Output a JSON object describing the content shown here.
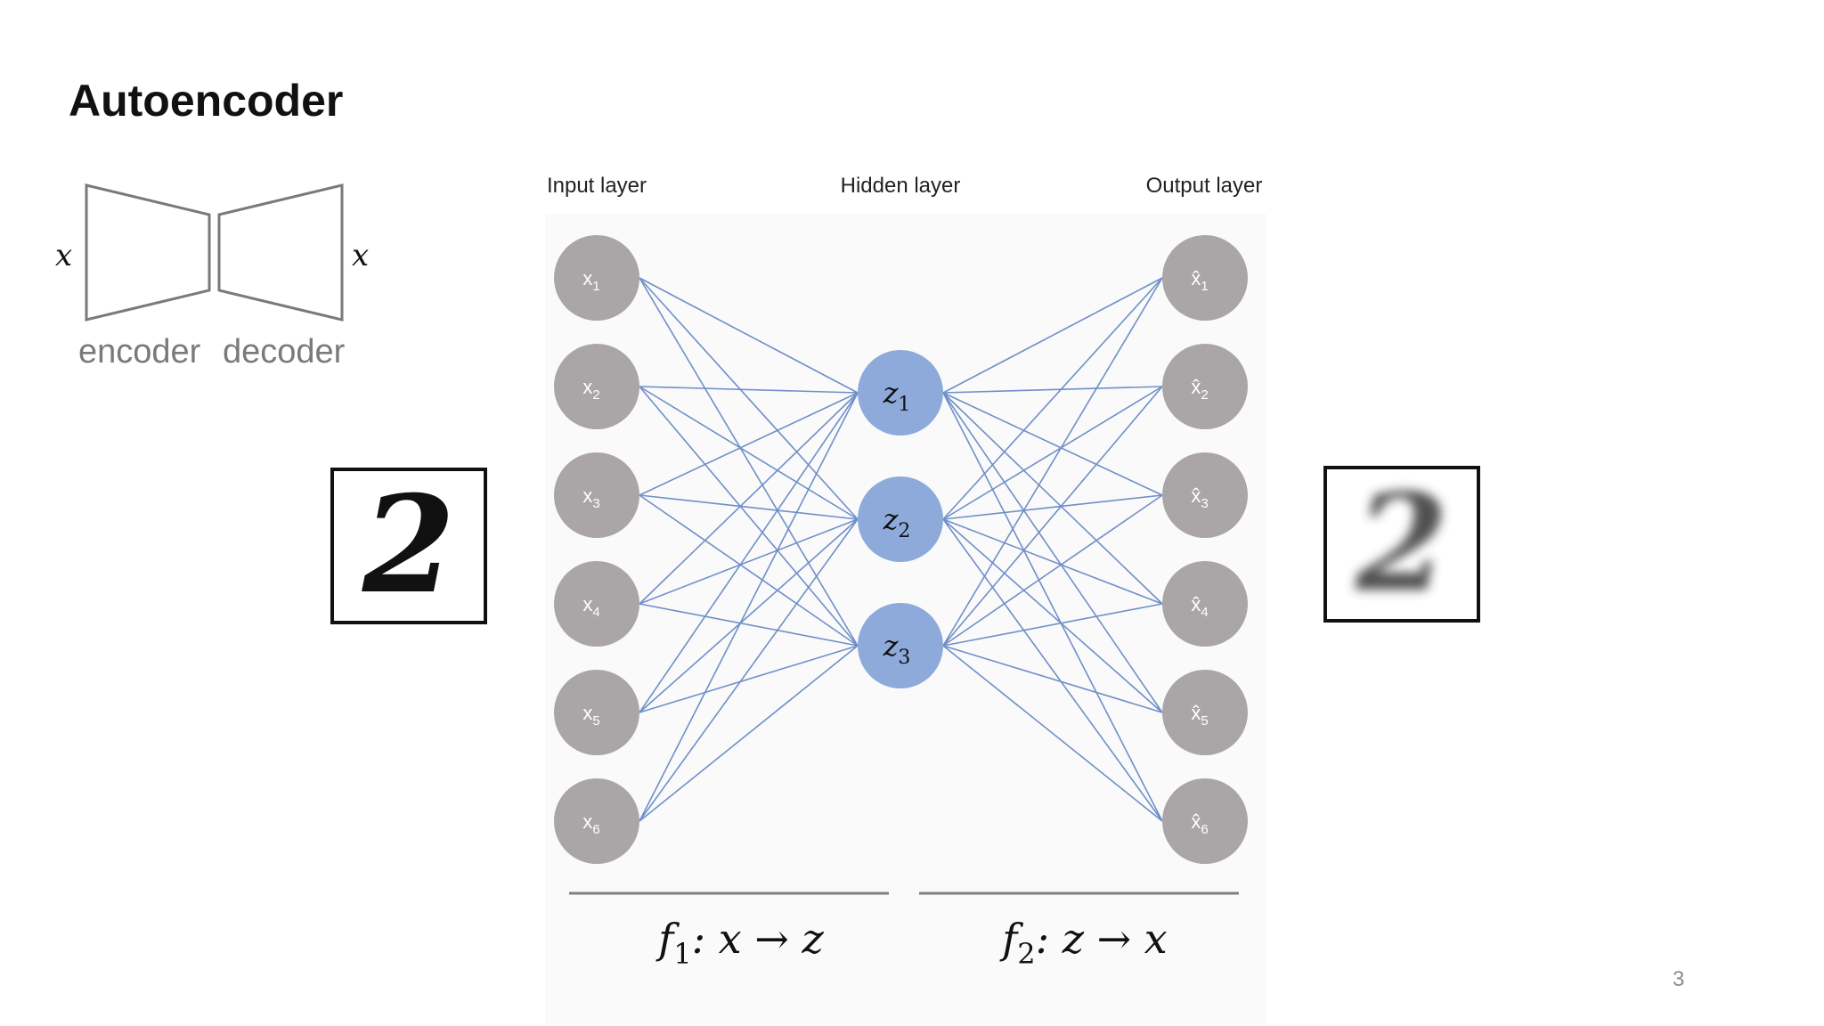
{
  "slide": {
    "title": "Autoencoder",
    "page_number": "3"
  },
  "mini_diagram": {
    "input_symbol": "x",
    "output_symbol": "x",
    "encoder_label": "encoder",
    "decoder_label": "decoder"
  },
  "network": {
    "input_layer_label": "Input layer",
    "hidden_layer_label": "Hidden layer",
    "output_layer_label": "Output layer",
    "input_nodes": [
      {
        "base": "x",
        "sub": "1"
      },
      {
        "base": "x",
        "sub": "2"
      },
      {
        "base": "x",
        "sub": "3"
      },
      {
        "base": "x",
        "sub": "4"
      },
      {
        "base": "x",
        "sub": "5"
      },
      {
        "base": "x",
        "sub": "6"
      }
    ],
    "hidden_nodes": [
      {
        "base": "z",
        "sub": "1"
      },
      {
        "base": "z",
        "sub": "2"
      },
      {
        "base": "z",
        "sub": "3"
      }
    ],
    "output_nodes": [
      {
        "base": "x̂",
        "sub": "1"
      },
      {
        "base": "x̂",
        "sub": "2"
      },
      {
        "base": "x̂",
        "sub": "3"
      },
      {
        "base": "x̂",
        "sub": "4"
      },
      {
        "base": "x̂",
        "sub": "5"
      },
      {
        "base": "x̂",
        "sub": "6"
      }
    ],
    "colors": {
      "io_node": "#aaa5a6",
      "hidden_node": "#8eaadb",
      "edge": "#6f8fc9"
    }
  },
  "functions": {
    "f1": {
      "name": "f",
      "sub": "1",
      "expr": ": x → z"
    },
    "f2": {
      "name": "f",
      "sub": "2",
      "expr": ": z → x"
    }
  },
  "images": {
    "input_digit": "2",
    "output_digit": "2"
  }
}
